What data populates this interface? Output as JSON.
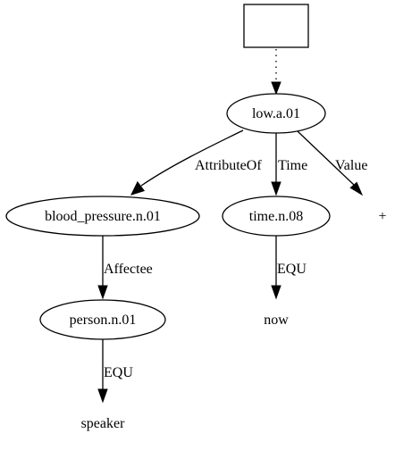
{
  "nodes": {
    "root": {
      "label": ""
    },
    "low": {
      "label": "low.a.01"
    },
    "blood_pressure": {
      "label": "blood_pressure.n.01"
    },
    "time": {
      "label": "time.n.08"
    },
    "plus": {
      "label": "+"
    },
    "person": {
      "label": "person.n.01"
    },
    "now": {
      "label": "now"
    },
    "speaker": {
      "label": "speaker"
    }
  },
  "edges": {
    "root_low": {
      "label": "",
      "style": "dotted"
    },
    "low_blood_pressure": {
      "label": "AttributeOf"
    },
    "low_time": {
      "label": "Time"
    },
    "low_plus": {
      "label": "Value"
    },
    "blood_pressure_person": {
      "label": "Affectee"
    },
    "time_now": {
      "label": "EQU"
    },
    "person_speaker": {
      "label": "EQU"
    }
  }
}
